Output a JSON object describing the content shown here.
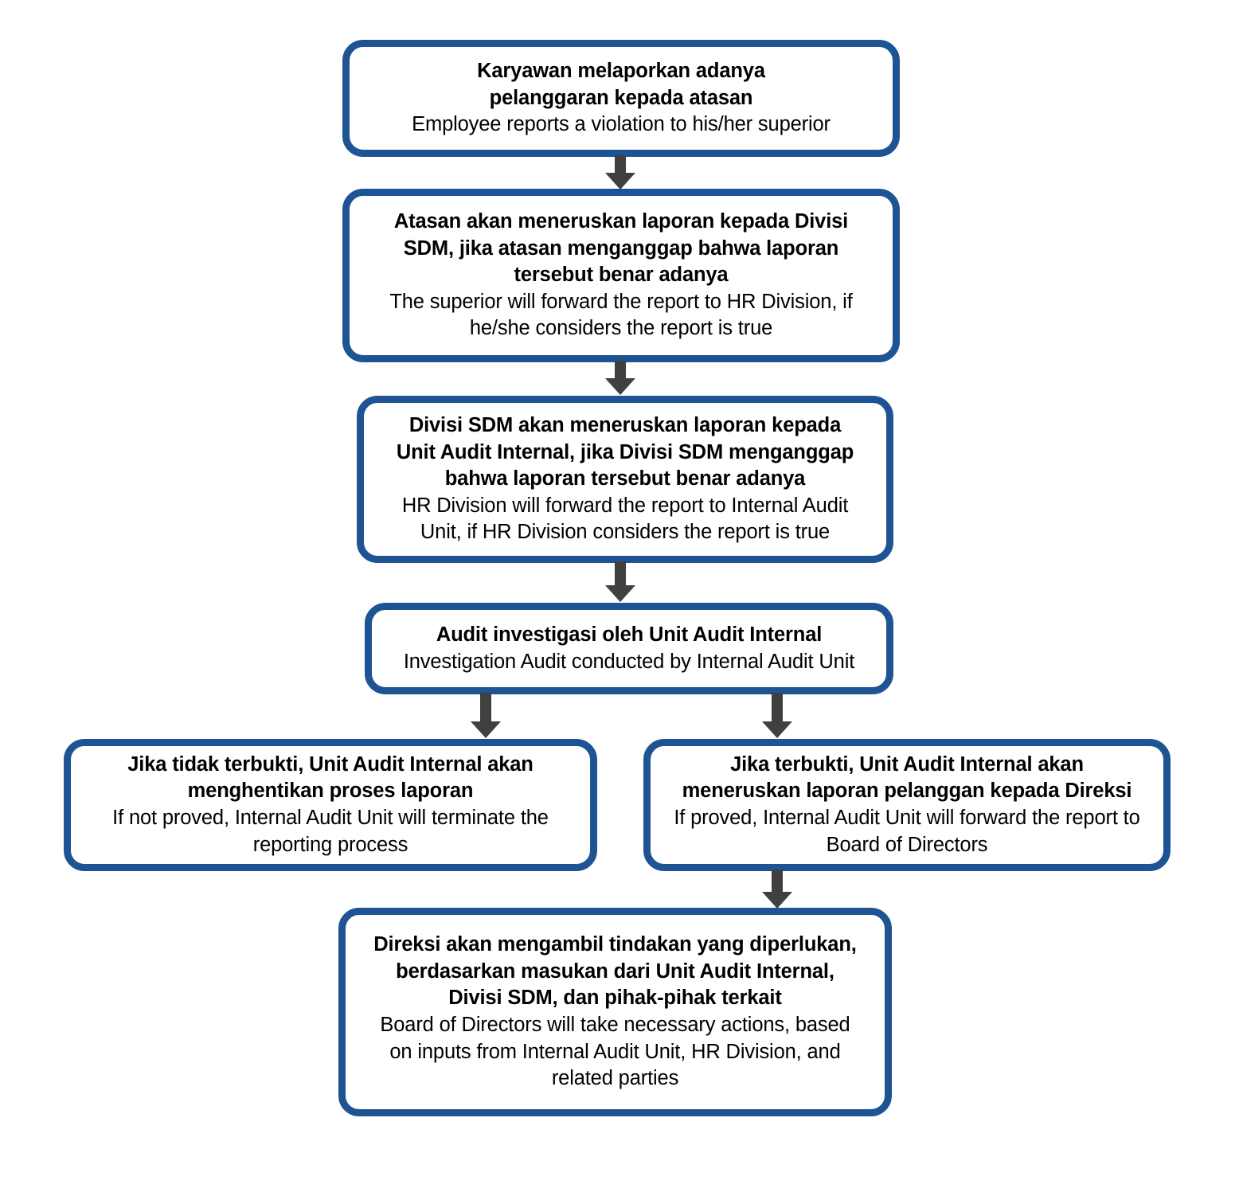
{
  "diagram": {
    "title": "Whistleblowing / Violation Reporting Flowchart",
    "theme": {
      "box_border_color": "#1F5494",
      "box_fill_color": "#FFFFFF",
      "arrow_color": "#404040",
      "text_color": "#000000",
      "background_color": "#FFFFFF"
    },
    "nodes": [
      {
        "id": "node-report",
        "title_id": "Karyawan melaporkan adanya\npelanggaran kepada atasan",
        "title_en": "Employee reports a violation to his/her superior"
      },
      {
        "id": "node-superior-forward",
        "title_id": "Atasan akan meneruskan laporan kepada Divisi\nSDM, jika atasan menganggap bahwa laporan\ntersebut benar adanya",
        "title_en": "The superior will forward the report to HR Division, if\nhe/she considers the report is true"
      },
      {
        "id": "node-hr-forward",
        "title_id": "Divisi SDM akan meneruskan laporan kepada\nUnit Audit Internal, jika Divisi SDM menganggap\nbahwa laporan tersebut benar adanya",
        "title_en": "HR Division will forward the report to Internal Audit\nUnit, if HR Division considers the report is true"
      },
      {
        "id": "node-investigation-audit",
        "title_id": "Audit investigasi oleh Unit Audit Internal",
        "title_en": "Investigation Audit conducted by Internal Audit Unit"
      },
      {
        "id": "node-not-proved",
        "title_id": "Jika tidak terbukti, Unit Audit Internal akan\nmenghentikan proses laporan",
        "title_en": "If not proved, Internal Audit Unit will terminate the\nreporting process"
      },
      {
        "id": "node-proved",
        "title_id": "Jika terbukti, Unit Audit Internal akan\nmeneruskan laporan pelanggan kepada Direksi",
        "title_en": "If proved, Internal Audit Unit will forward the report to\nBoard of Directors"
      },
      {
        "id": "node-board-action",
        "title_id": "Direksi akan mengambil tindakan yang diperlukan,\nberdasarkan masukan dari Unit Audit Internal,\nDivisi SDM, dan pihak-pihak terkait",
        "title_en": "Board of Directors will take necessary actions, based\non inputs from Internal Audit Unit, HR Division, and\nrelated parties"
      }
    ],
    "connectors": [
      {
        "id": "arrow-report-to-superior",
        "from": "node-report",
        "to": "node-superior-forward"
      },
      {
        "id": "arrow-superior-to-hr",
        "from": "node-superior-forward",
        "to": "node-hr-forward"
      },
      {
        "id": "arrow-hr-to-audit",
        "from": "node-hr-forward",
        "to": "node-investigation-audit"
      },
      {
        "id": "arrow-audit-to-not-proved",
        "from": "node-investigation-audit",
        "to": "node-not-proved"
      },
      {
        "id": "arrow-audit-to-proved",
        "from": "node-investigation-audit",
        "to": "node-proved"
      },
      {
        "id": "arrow-proved-to-board",
        "from": "node-proved",
        "to": "node-board-action"
      }
    ]
  }
}
